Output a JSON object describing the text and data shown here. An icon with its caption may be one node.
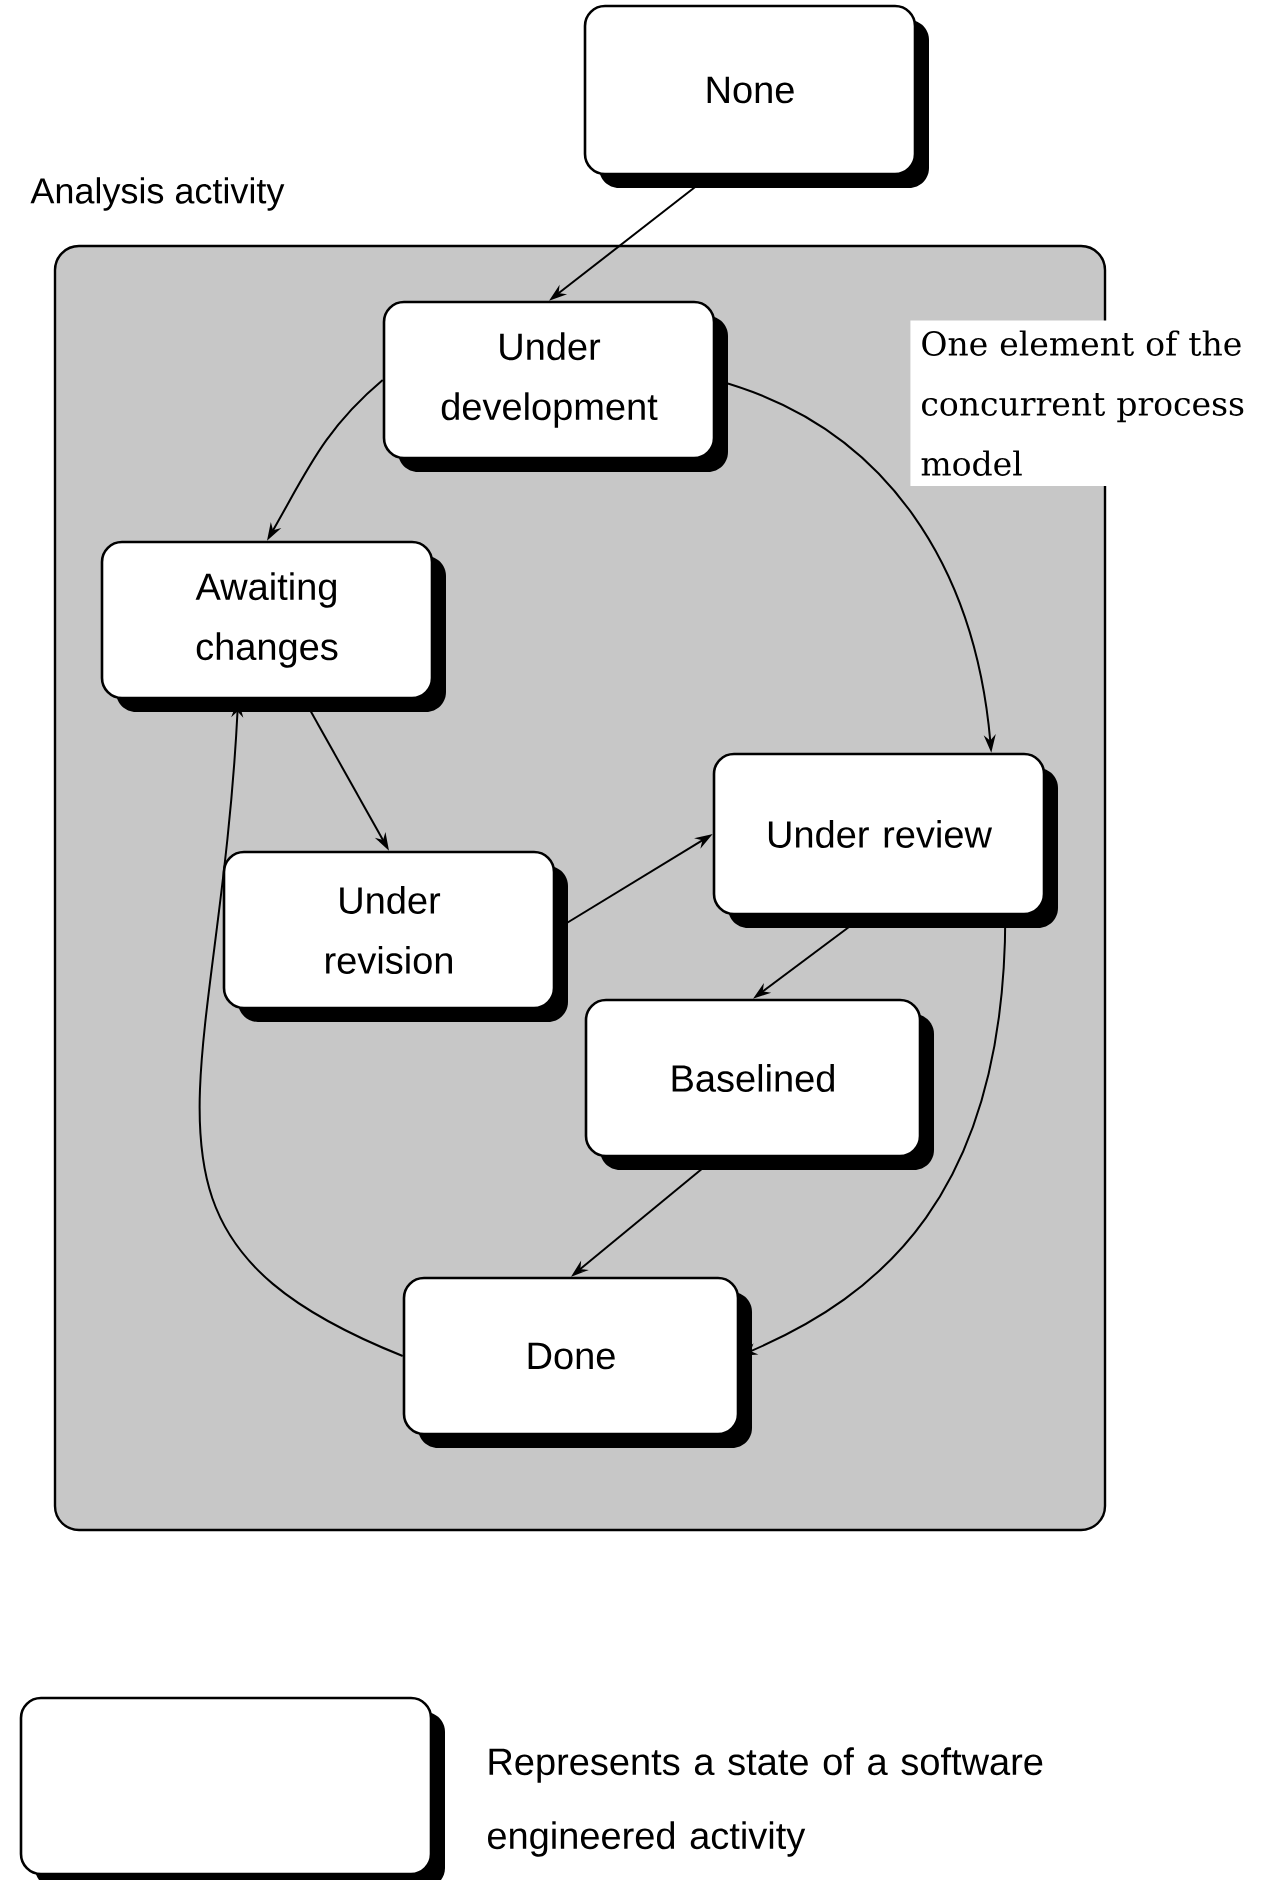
{
  "diagram": {
    "nodes": [
      {
        "text": [
          "Analysis activity"
        ]
      },
      {
        "text": [
          "None"
        ]
      },
      {
        "text": [
          "Under development"
        ],
        "in": 0
      },
      {
        "text": [
          "Awaiting changes"
        ],
        "in": 0
      },
      {
        "text": [
          "Under review"
        ],
        "in": 0
      },
      {
        "text": [
          "Under revision"
        ],
        "in": 0
      },
      {
        "text": [
          "Baselined"
        ],
        "in": 0
      },
      {
        "text": [
          "Done"
        ],
        "in": 0
      }
    ],
    "edges": [
      {
        "from": 1,
        "to": 2,
        "arrow": "to"
      },
      {
        "from": 2,
        "to": 3,
        "arrow": "to"
      },
      {
        "from": 2,
        "to": 4,
        "arrow": "to"
      },
      {
        "from": 3,
        "to": 5,
        "arrow": "to"
      },
      {
        "from": 5,
        "to": 4,
        "arrow": "to"
      },
      {
        "from": 4,
        "to": 6,
        "arrow": "to"
      },
      {
        "from": 4,
        "to": 7,
        "arrow": "to"
      },
      {
        "from": 6,
        "to": 7,
        "arrow": "to"
      },
      {
        "from": 7,
        "to": 3,
        "arrow": "to"
      }
    ],
    "labels": [
      "One element of the concurrent process model"
    ],
    "legend": [
      {
        "text": "Represents a state of a software engineered activity"
      }
    ]
  }
}
